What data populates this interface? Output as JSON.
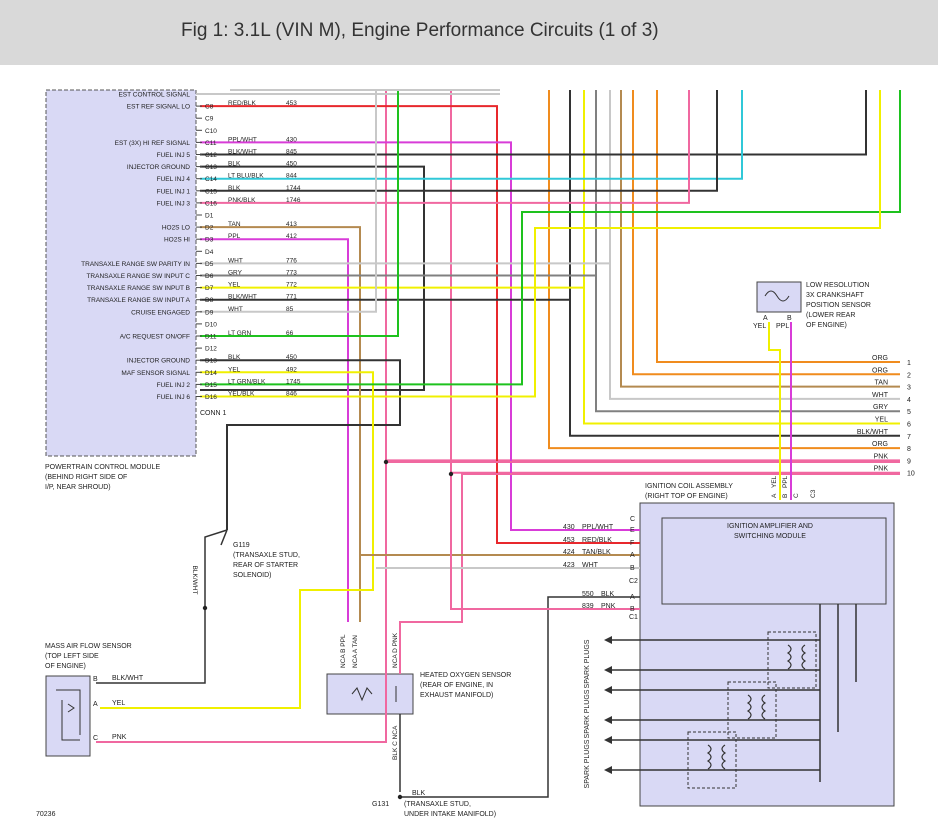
{
  "header": {
    "title": "Fig 1: 3.1L (VIN M), Engine Performance Circuits (1 of 3)"
  },
  "colors": {
    "header_bg": "#d9d9d9",
    "module_fill": "#d9d9f5",
    "wire_red": "#e8282c",
    "wire_green": "#1ec21e",
    "wire_pink": "#f068a0",
    "wire_magenta": "#d83cd8",
    "wire_cyan": "#30c8d8",
    "wire_orange": "#f08c1e",
    "wire_tan": "#b48a50",
    "wire_gray": "#808080",
    "wire_yellow": "#f0f000",
    "wire_black": "#333333",
    "wire_white": "#c8c8c8"
  },
  "pcm": {
    "label_lines": [
      "POWERTRAIN CONTROL MODULE",
      "(BEHIND RIGHT SIDE OF",
      "I/P, NEAR SHROUD)"
    ],
    "conn_label": "CONN 1",
    "pins": [
      {
        "func": "EST CONTROL SIGNAL",
        "pin": "",
        "wire": "",
        "circuit": ""
      },
      {
        "func": "EST REF SIGNAL LO",
        "pin": "C8",
        "wire": "RED/BLK",
        "circuit": "453"
      },
      {
        "func": "",
        "pin": "C9",
        "wire": "",
        "circuit": ""
      },
      {
        "func": "",
        "pin": "C10",
        "wire": "",
        "circuit": ""
      },
      {
        "func": "EST (3X) HI REF SIGNAL",
        "pin": "C11",
        "wire": "PPL/WHT",
        "circuit": "430"
      },
      {
        "func": "FUEL INJ 5",
        "pin": "C12",
        "wire": "BLK/WHT",
        "circuit": "845"
      },
      {
        "func": "INJECTOR GROUND",
        "pin": "C13",
        "wire": "BLK",
        "circuit": "450"
      },
      {
        "func": "FUEL INJ 4",
        "pin": "C14",
        "wire": "LT BLU/BLK",
        "circuit": "844"
      },
      {
        "func": "FUEL INJ 1",
        "pin": "C15",
        "wire": "BLK",
        "circuit": "1744"
      },
      {
        "func": "FUEL INJ 3",
        "pin": "C16",
        "wire": "PNK/BLK",
        "circuit": "1746"
      },
      {
        "func": "",
        "pin": "D1",
        "wire": "",
        "circuit": ""
      },
      {
        "func": "HO2S LO",
        "pin": "D2",
        "wire": "TAN",
        "circuit": "413"
      },
      {
        "func": "HO2S HI",
        "pin": "D3",
        "wire": "PPL",
        "circuit": "412"
      },
      {
        "func": "",
        "pin": "D4",
        "wire": "",
        "circuit": ""
      },
      {
        "func": "TRANSAXLE RANGE SW PARITY IN",
        "pin": "D5",
        "wire": "WHT",
        "circuit": "776"
      },
      {
        "func": "TRANSAXLE RANGE SW INPUT C",
        "pin": "D6",
        "wire": "GRY",
        "circuit": "773"
      },
      {
        "func": "TRANSAXLE RANGE SW INPUT B",
        "pin": "D7",
        "wire": "YEL",
        "circuit": "772"
      },
      {
        "func": "TRANSAXLE RANGE SW INPUT A",
        "pin": "D8",
        "wire": "BLK/WHT",
        "circuit": "771"
      },
      {
        "func": "CRUISE ENGAGED",
        "pin": "D9",
        "wire": "WHT",
        "circuit": "85"
      },
      {
        "func": "",
        "pin": "D10",
        "wire": "",
        "circuit": ""
      },
      {
        "func": "A/C REQUEST ON/OFF",
        "pin": "D11",
        "wire": "LT GRN",
        "circuit": "66"
      },
      {
        "func": "",
        "pin": "D12",
        "wire": "",
        "circuit": ""
      },
      {
        "func": "INJECTOR GROUND",
        "pin": "D13",
        "wire": "BLK",
        "circuit": "450"
      },
      {
        "func": "MAF SENSOR SIGNAL",
        "pin": "D14",
        "wire": "YEL",
        "circuit": "492"
      },
      {
        "func": "FUEL INJ 2",
        "pin": "D15",
        "wire": "LT GRN/BLK",
        "circuit": "1745"
      },
      {
        "func": "FUEL INJ 6",
        "pin": "D16",
        "wire": "YEL/BLK",
        "circuit": "846"
      }
    ]
  },
  "right_outputs": [
    {
      "color": "ORG",
      "num": "1"
    },
    {
      "color": "ORG",
      "num": "2"
    },
    {
      "color": "TAN",
      "num": "3"
    },
    {
      "color": "WHT",
      "num": "4"
    },
    {
      "color": "GRY",
      "num": "5"
    },
    {
      "color": "YEL",
      "num": "6"
    },
    {
      "color": "BLK/WHT",
      "num": "7"
    },
    {
      "color": "ORG",
      "num": "8"
    },
    {
      "color": "PNK",
      "num": "9"
    },
    {
      "color": "PNK",
      "num": "10"
    }
  ],
  "crank_sensor": {
    "label_lines": [
      "LOW RESOLUTION",
      "3X CRANKSHAFT",
      "POSITION SENSOR",
      "(LOWER REAR",
      "OF ENGINE)"
    ],
    "pin_a": "A",
    "pin_b": "B",
    "wire_a": "YEL",
    "wire_b": "PPL"
  },
  "ignition_coil": {
    "label_lines": [
      "IGNITION COIL ASSEMBLY",
      "(RIGHT TOP OF ENGINE)"
    ],
    "amp_label_lines": [
      "IGNITION AMPLIFIER AND",
      "SWITCHING MODULE"
    ],
    "top_pins": [
      "A",
      "B",
      "C",
      "C3"
    ],
    "top_wires": [
      "YEL",
      "PPL"
    ],
    "c2_label": "C2",
    "c1_label": "C1",
    "c2_pins": [
      {
        "circuit": "430",
        "wire": "PPL/WHT",
        "pin": "E"
      },
      {
        "circuit": "453",
        "wire": "RED/BLK",
        "pin": "F"
      },
      {
        "circuit": "424",
        "wire": "TAN/BLK",
        "pin": "A"
      },
      {
        "circuit": "423",
        "wire": "WHT",
        "pin": "B"
      }
    ],
    "c2_top_pin": "C",
    "c1_pins": [
      {
        "circuit": "550",
        "wire": "BLK",
        "pin": "A"
      },
      {
        "circuit": "839",
        "wire": "PNK",
        "pin": "B"
      }
    ],
    "spark_label": "SPARK PLUGS"
  },
  "ground_g119": {
    "id": "G119",
    "label_lines": [
      "(TRANSAXLE STUD,",
      "REAR OF STARTER",
      "SOLENOID)"
    ],
    "wire": "BLK/WHT"
  },
  "maf": {
    "label_lines": [
      "MASS AIR FLOW SENSOR",
      "(TOP LEFT SIDE",
      "OF ENGINE)"
    ],
    "pins": [
      {
        "pin": "B",
        "wire": "BLK/WHT"
      },
      {
        "pin": "A",
        "wire": "YEL"
      },
      {
        "pin": "C",
        "wire": "PNK"
      }
    ]
  },
  "ho2s": {
    "label_lines": [
      "HEATED OXYGEN SENSOR",
      "(REAR OF ENGINE, IN",
      "EXHAUST MANIFOLD)"
    ],
    "top_pins": [
      {
        "nca": "NCA",
        "pin": "B",
        "wire": "PPL"
      },
      {
        "nca": "NCA",
        "pin": "A",
        "wire": "TAN"
      },
      {
        "nca": "NCA",
        "pin": "D",
        "wire": "PNK"
      }
    ],
    "bottom_pin": {
      "nca": "NCA",
      "pin": "C",
      "wire": "BLK"
    }
  },
  "ground_g131": {
    "id": "G131",
    "wire": "BLK",
    "label_lines": [
      "(TRANSAXLE STUD,",
      "UNDER INTAKE MANIFOLD)"
    ]
  },
  "figure_id": "70236"
}
